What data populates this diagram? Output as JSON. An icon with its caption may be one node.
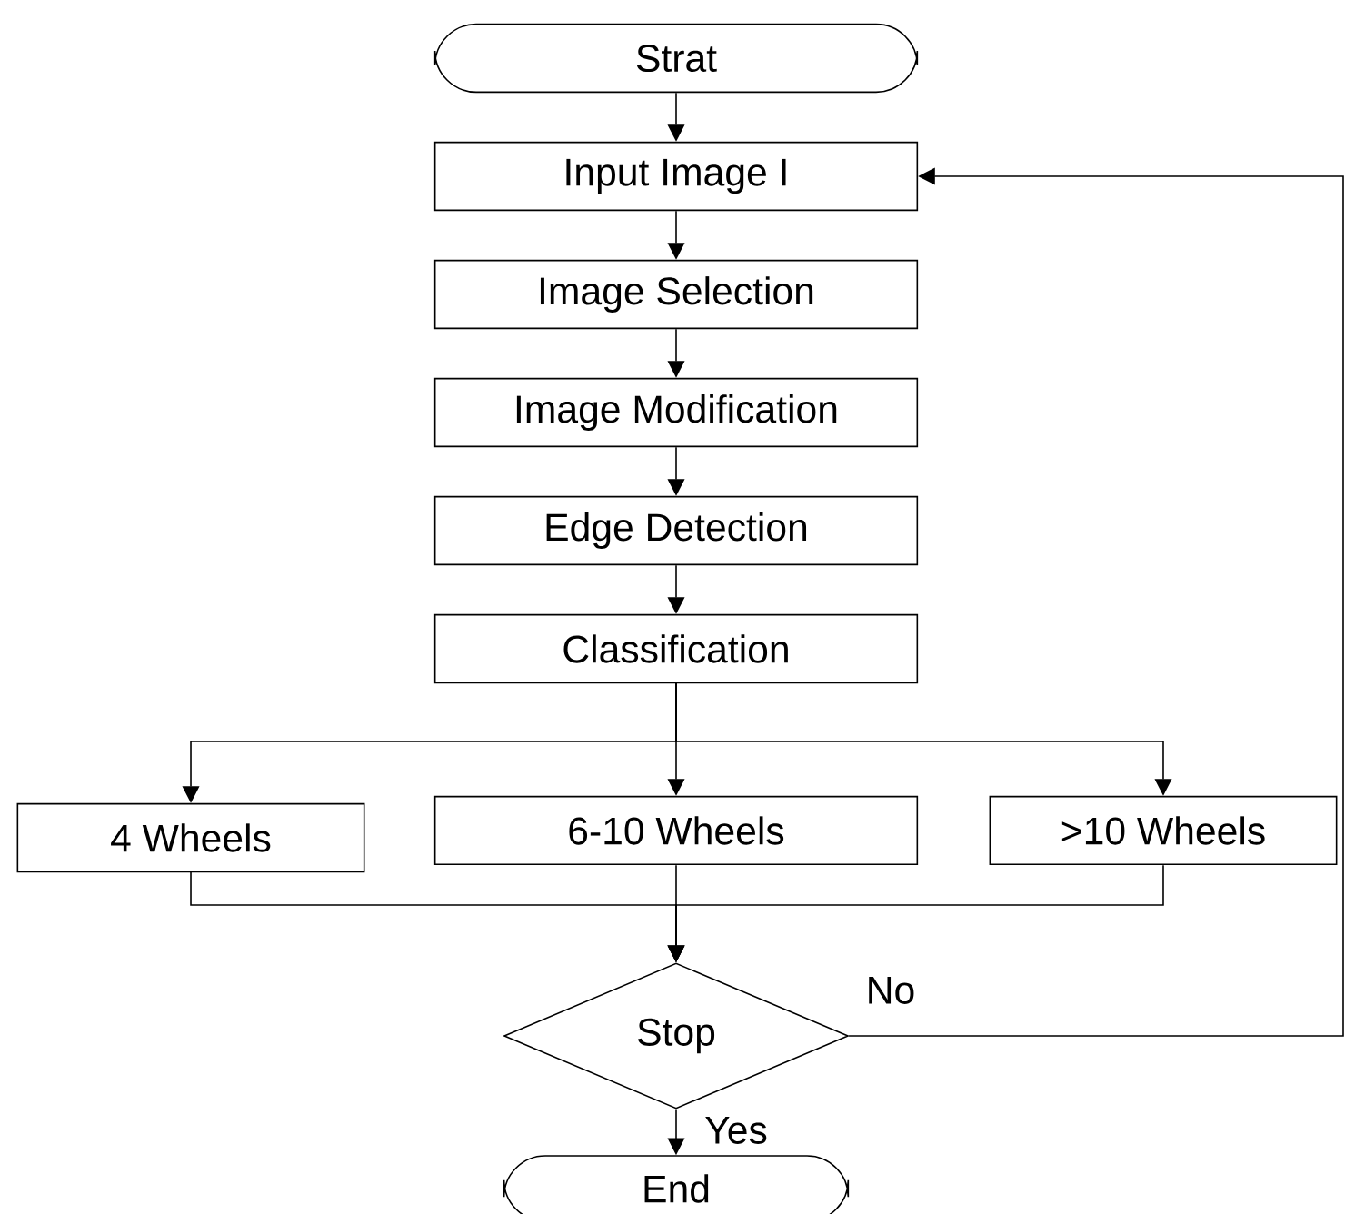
{
  "diagram": {
    "nodes": [
      {
        "text": [
          "Strat"
        ]
      },
      {
        "text": [
          "Input Image I"
        ]
      },
      {
        "text": [
          "Image Selection"
        ]
      },
      {
        "text": [
          "Image Modification"
        ]
      },
      {
        "text": [
          "Edge Detection"
        ]
      },
      {
        "text": [
          "Classification"
        ]
      },
      {
        "text": [
          "4 Wheels"
        ]
      },
      {
        "text": [
          "6-10 Wheels"
        ]
      },
      {
        "text": [
          ">10 Wheels"
        ]
      },
      {
        "text": [
          "Stop"
        ]
      },
      {
        "text": [
          "End"
        ]
      }
    ],
    "edges": [
      {
        "from": 0,
        "to": 1,
        "arrow": "to"
      },
      {
        "from": 1,
        "to": 2,
        "arrow": "to"
      },
      {
        "from": 2,
        "to": 3,
        "arrow": "to"
      },
      {
        "from": 3,
        "to": 4,
        "arrow": "to"
      },
      {
        "from": 4,
        "to": 5,
        "arrow": "to"
      },
      {
        "from": 5,
        "to": 6,
        "arrow": "to"
      },
      {
        "from": 5,
        "to": 7,
        "arrow": "to"
      },
      {
        "from": 5,
        "to": 8,
        "arrow": "to"
      },
      {
        "from": 6,
        "to": 9,
        "arrow": "to"
      },
      {
        "from": 7,
        "to": 9,
        "arrow": "to"
      },
      {
        "from": 8,
        "to": 9,
        "arrow": "to"
      },
      {
        "from": 9,
        "to": 10,
        "arrow": "to",
        "label": "Yes"
      },
      {
        "from": 9,
        "to": 1,
        "arrow": "to",
        "label": "No"
      }
    ]
  }
}
